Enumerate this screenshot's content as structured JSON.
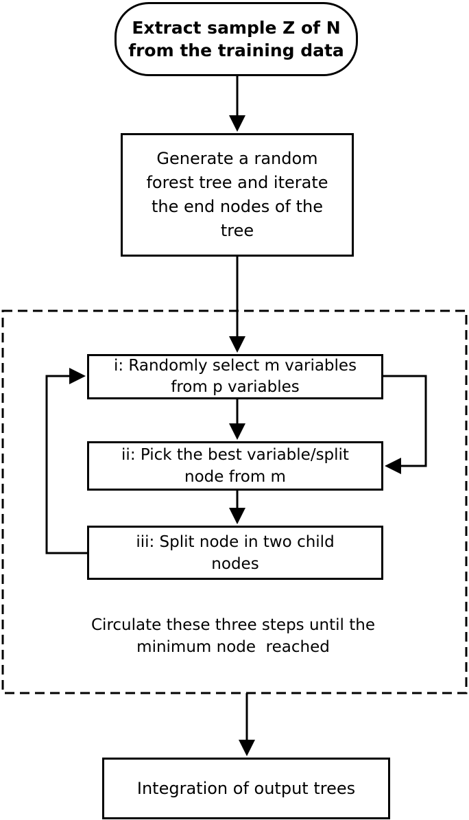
{
  "nodes": {
    "start": {
      "line1": "Extract sample Z of  N",
      "line2": "from the training data"
    },
    "generate": {
      "line1": "Generate a random",
      "line2": "forest tree and iterate",
      "line3": "the end nodes of the",
      "line4": "tree"
    },
    "step1": {
      "line1": "i: Randomly select m variables",
      "line2": "from p variables"
    },
    "step2": {
      "line1": "ii: Pick the best variable/split",
      "line2": "node from m"
    },
    "step3": {
      "line1": "iii: Split node in two child",
      "line2": "nodes"
    },
    "end": {
      "line1": "Integration of output trees"
    }
  },
  "loop_group": {
    "note_line1": "Circulate these three steps until the",
    "note_line2": "minimum node  reached"
  }
}
